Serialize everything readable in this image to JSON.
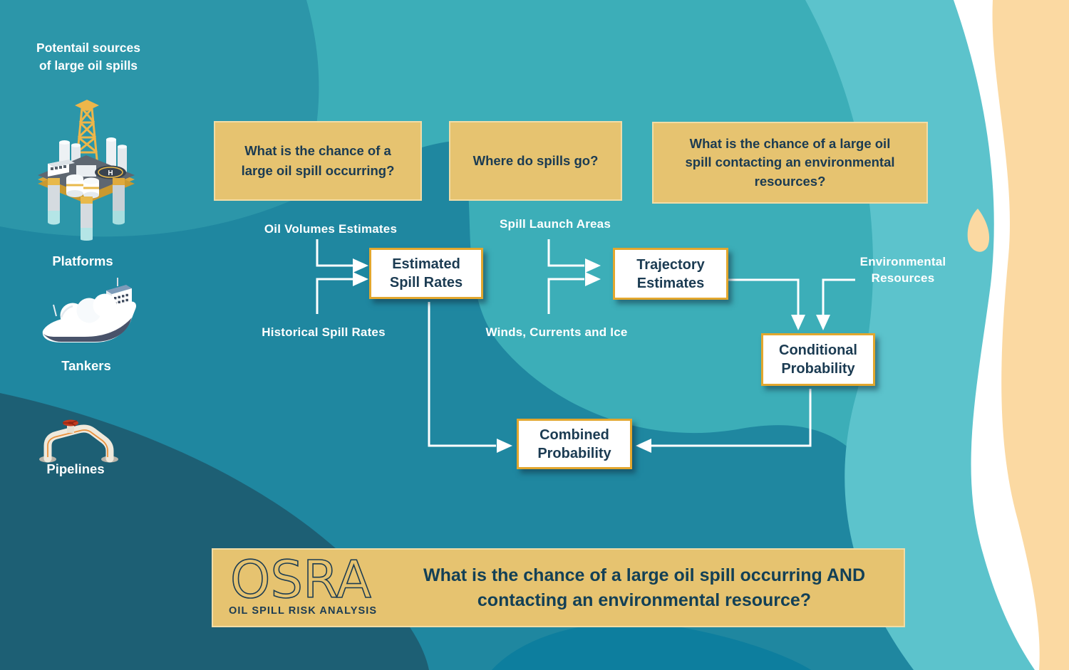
{
  "title": {
    "lines": [
      "Potentail sources",
      "of large oil spills"
    ]
  },
  "sources": [
    {
      "label": "Platforms"
    },
    {
      "label": "Tankers"
    },
    {
      "label": "Pipelines"
    }
  ],
  "questions": [
    {
      "lines": [
        "What is the chance of a",
        "large oil spill occurring?"
      ]
    },
    {
      "lines": [
        "Where do spills go?"
      ]
    },
    {
      "lines": [
        "What is the chance of a large oil",
        "spill contacting an environmental",
        "resources?"
      ]
    }
  ],
  "flow_labels": {
    "oil_volumes": "Oil Volumes Estimates",
    "historical": "Historical Spill Rates",
    "spill_launch": "Spill Launch Areas",
    "winds": "Winds, Currents and Ice",
    "environmental": {
      "lines": [
        "Environmental",
        "Resources"
      ]
    }
  },
  "nodes": {
    "estimated": {
      "lines": [
        "Estimated",
        "Spill Rates"
      ]
    },
    "trajectory": {
      "lines": [
        "Trajectory",
        "Estimates"
      ]
    },
    "conditional": {
      "lines": [
        "Conditional",
        "Probability"
      ]
    },
    "combined": {
      "lines": [
        "Combined",
        "Probability"
      ]
    }
  },
  "banner": {
    "logo": "OSRA",
    "tagline": "OIL SPILL RISK ANALYSIS",
    "question_lines": [
      "What is the chance of a large oil spill occurring AND",
      "contacting an environmental resource?"
    ]
  },
  "colors": {
    "water_darkest": "#1D5F74",
    "water_dark": "#1F87A0",
    "water_medium": "#2C96A9",
    "water_light": "#3CAEB8",
    "water_lightest": "#5CC3CC",
    "water_bright_tongue": "#0D7E9E",
    "foam": "#FFFFFF",
    "sand": "#FBD9A2",
    "panel_yellow": "#E6C370",
    "panel_border_cream": "#F1DCA6",
    "node_border_gold": "#E2A72E",
    "navy_text": "#1B3B52",
    "arrow_white": "#FFFFFF"
  }
}
